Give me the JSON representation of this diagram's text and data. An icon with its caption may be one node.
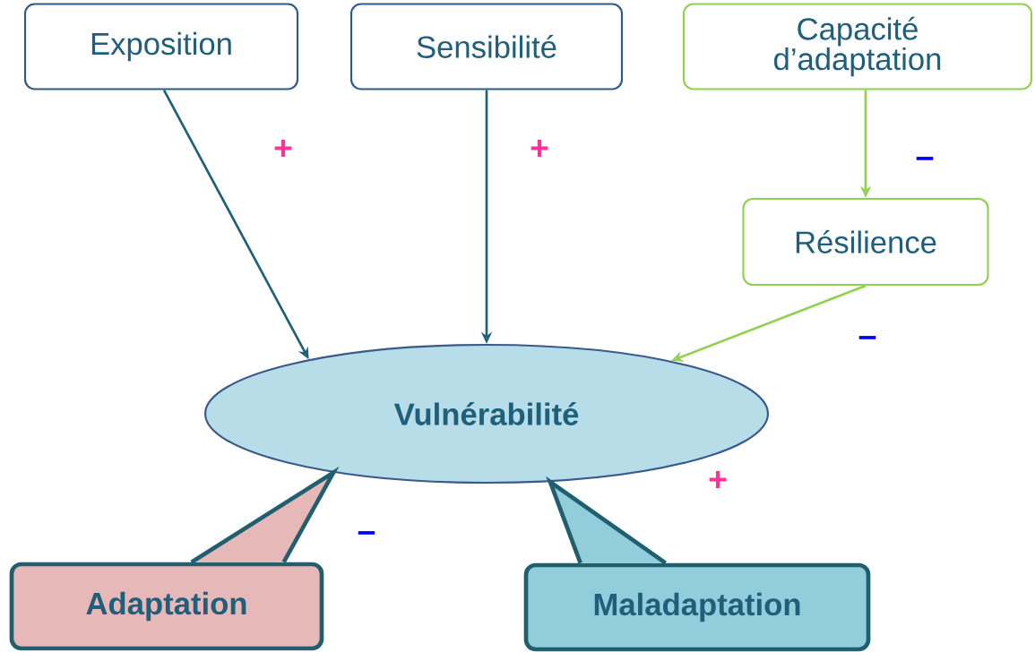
{
  "diagram": {
    "nodes": [
      {
        "text": [
          "Exposition"
        ]
      },
      {
        "text": [
          "Sensibilité"
        ]
      },
      {
        "text": [
          "Capacité d’adaptation"
        ]
      },
      {
        "text": [
          "Résilience"
        ]
      },
      {
        "text": [
          "Vulnérabilité"
        ]
      },
      {
        "text": [
          "Adaptation"
        ]
      },
      {
        "text": [
          "Maladaptation"
        ]
      }
    ],
    "edges": [
      {
        "from": 0,
        "to": 4,
        "arrow": "to",
        "label": "+"
      },
      {
        "from": 1,
        "to": 4,
        "arrow": "to",
        "label": "+"
      },
      {
        "from": 2,
        "to": 3,
        "arrow": "to",
        "label": "–",
        "color": "#92d050"
      },
      {
        "from": 3,
        "to": 4,
        "arrow": "to",
        "label": "–",
        "color": "#92d050"
      }
    ],
    "labels": [
      "+",
      "–"
    ]
  }
}
